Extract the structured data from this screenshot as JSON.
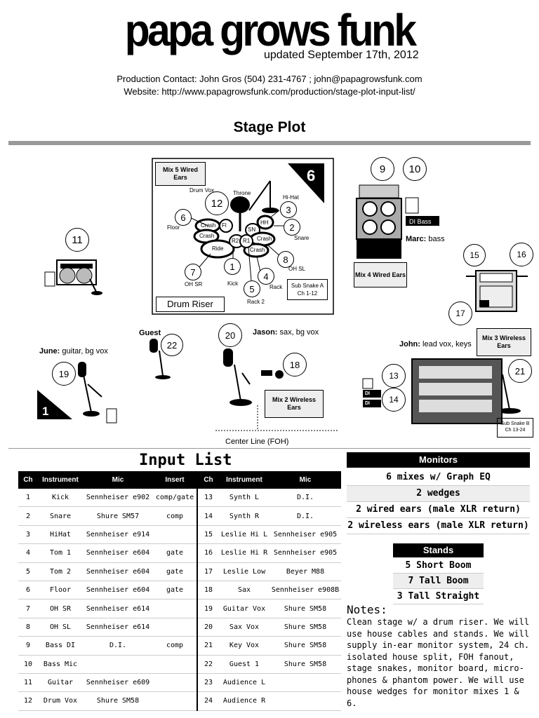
{
  "header": {
    "brand": "papa grows funk",
    "updated": "updated September 17th, 2012",
    "contact_line": "Production Contact: John Gros (504) 231-4767 ; john@papagrowsfunk.com",
    "website_line": "Website: http://www.papagrowsfunk.com/production/stage-plot-input-list/"
  },
  "stage_plot": {
    "title": "Stage Plot",
    "drum_riser_label": "Drum Riser",
    "riser_number": "6",
    "mix5": "Mix 5 Wired Ears",
    "sub_snake_a": "Sub Snake A Ch 1-12",
    "drum_labels": {
      "drum_vox": "Drum Vox",
      "throne": "Throne",
      "hihat": "Hi-Hat",
      "floor": "Floor",
      "snare": "Snare",
      "oh_sr": "OH SR",
      "oh_sl": "OH SL",
      "kick": "Kick",
      "rack": "Rack",
      "rack2": "Rack 2",
      "crash1": "Crash",
      "crash2": "Crash",
      "crash3": "Crash",
      "crash4": "Crash",
      "ride": "Ride",
      "fl": "Fl",
      "hh": "HH",
      "sn": "SN",
      "r2": "R2",
      "r1": "R1"
    },
    "channels": {
      "c1": "1",
      "c2": "2",
      "c3": "3",
      "c4": "4",
      "c5": "5",
      "c6": "6",
      "c7": "7",
      "c8": "8",
      "c9": "9",
      "c10": "10",
      "c11": "11",
      "c12": "12",
      "c13": "13",
      "c14": "14",
      "c15": "15",
      "c16": "16",
      "c17": "17",
      "c18": "18",
      "c19": "19",
      "c20": "20",
      "c21": "21",
      "c22": "22"
    },
    "di_bass": "DI Bass",
    "marc_name": "Marc:",
    "marc_role": "bass",
    "mix4": "Mix 4 Wired Ears",
    "mix3": "Mix 3 Wireless Ears",
    "mix2": "Mix 2 Wireless Ears",
    "john_name": "John:",
    "john_role": "lead vox, keys",
    "june_name": "June:",
    "june_role": "guitar, bg vox",
    "jason_name": "Jason:",
    "jason_role": "sax, bg vox",
    "guest": "Guest",
    "di1": "DI",
    "di2": "DI",
    "sub_snake_b": "Sub Snake B Ch 13-24",
    "center_line": "Center Line (FOH)",
    "corner_number": "1"
  },
  "input_list": {
    "title": "Input List",
    "headers": [
      "Ch",
      "Instrument",
      "Mic",
      "Insert",
      "Ch",
      "Instrument",
      "Mic"
    ],
    "rows": [
      [
        "1",
        "Kick",
        "Sennheiser e902",
        "comp/gate",
        "13",
        "Synth L",
        "D.I."
      ],
      [
        "2",
        "Snare",
        "Shure SM57",
        "comp",
        "14",
        "Synth R",
        "D.I."
      ],
      [
        "3",
        "HiHat",
        "Sennheiser e914",
        "",
        "15",
        "Leslie Hi L",
        "Sennheiser e905"
      ],
      [
        "4",
        "Tom 1",
        "Sennheiser e604",
        "gate",
        "16",
        "Leslie Hi R",
        "Sennheiser e905"
      ],
      [
        "5",
        "Tom 2",
        "Sennheiser e604",
        "gate",
        "17",
        "Leslie Low",
        "Beyer M88"
      ],
      [
        "6",
        "Floor",
        "Sennheiser e604",
        "gate",
        "18",
        "Sax",
        "Sennheiser e908B"
      ],
      [
        "7",
        "OH SR",
        "Sennheiser e614",
        "",
        "19",
        "Guitar Vox",
        "Shure SM58"
      ],
      [
        "8",
        "OH SL",
        "Sennheiser e614",
        "",
        "20",
        "Sax Vox",
        "Shure SM58"
      ],
      [
        "9",
        "Bass DI",
        "D.I.",
        "comp",
        "21",
        "Key Vox",
        "Shure SM58"
      ],
      [
        "10",
        "Bass Mic",
        "",
        "",
        "22",
        "Guest 1",
        "Shure SM58"
      ],
      [
        "11",
        "Guitar",
        "Sennheiser e609",
        "",
        "23",
        "Audience L",
        ""
      ],
      [
        "12",
        "Drum Vox",
        "Shure SM58",
        "",
        "24",
        "Audience R",
        ""
      ]
    ]
  },
  "monitors": {
    "title": "Monitors",
    "rows": [
      "6 mixes w/ Graph EQ",
      "2 wedges",
      "2 wired ears (male XLR return)",
      "2 wireless ears (male XLR return)"
    ]
  },
  "stands": {
    "title": "Stands",
    "rows": [
      "5 Short Boom",
      "7 Tall Boom",
      "3 Tall Straight"
    ]
  },
  "notes": {
    "title": "Notes:",
    "body": "Clean stage w/ a drum riser. We will use house cables and stands. We will supply in-ear monitor system, 24 ch. isolated house split, FOH fanout, stage snakes, monitor board, micro-phones & phantom power. We will use house wedges for monitor mixes 1 & 6."
  }
}
